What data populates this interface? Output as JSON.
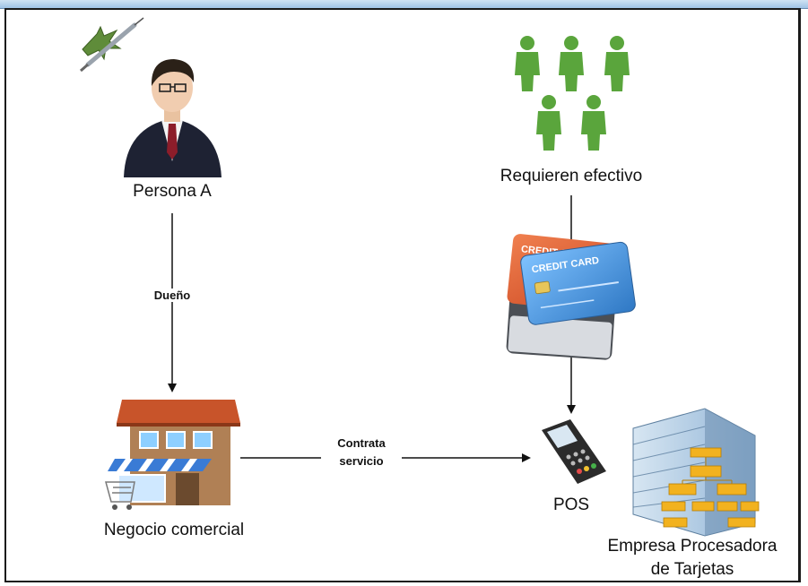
{
  "nodes": {
    "persona": "Persona A",
    "requieren": "Requieren efectivo",
    "negocio": "Negocio comercial",
    "pos": "POS",
    "empresa_line1": "Empresa Procesadora",
    "empresa_line2": "de Tarjetas"
  },
  "edges": {
    "dueno": "Dueño",
    "contrata_line1": "Contrata",
    "contrata_line2": "servicio"
  },
  "cards": {
    "front": "CREDIT CARD",
    "back": "CREDIT CARD"
  },
  "colors": {
    "people": "#5aa53c",
    "suit": "#1e2233",
    "card_blue": "#3d8ed6",
    "card_red": "#e05a33",
    "store_roof": "#c8542a",
    "awning_blue": "#3a7bd5",
    "building": "#7fa6c9",
    "org_chart": "#f2b21f"
  }
}
